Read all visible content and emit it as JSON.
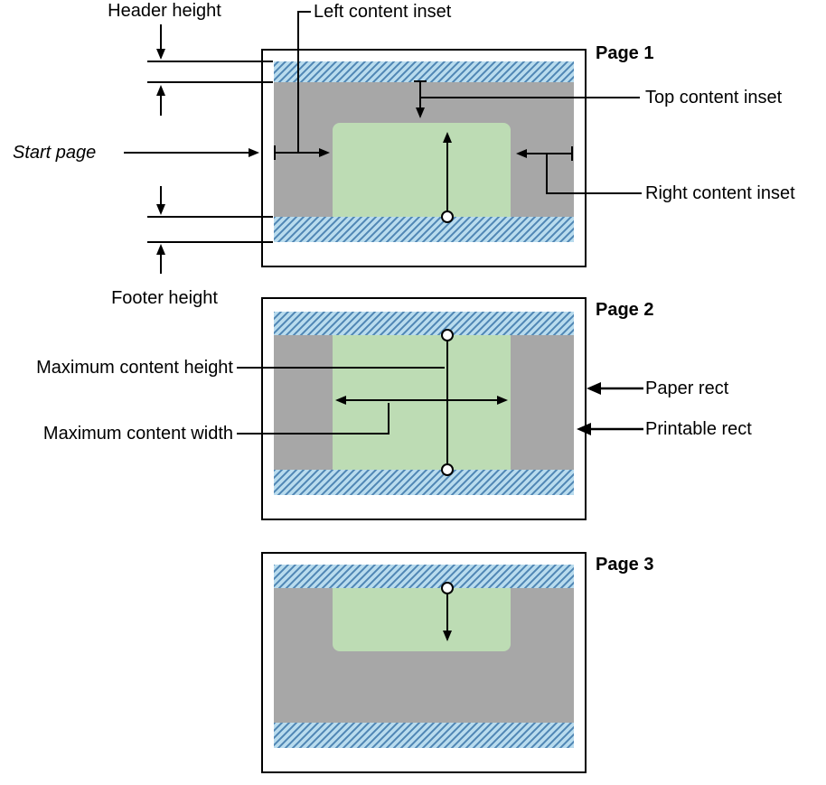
{
  "diagram": {
    "labels": {
      "header_height": "Header height",
      "left_content_inset": "Left content inset",
      "top_content_inset": "Top content inset",
      "start_page": "Start page",
      "right_content_inset": "Right content inset",
      "footer_height": "Footer height",
      "max_content_height": "Maximum content height",
      "max_content_width": "Maximum content width",
      "paper_rect": "Paper rect",
      "printable_rect": "Printable rect"
    },
    "pages": [
      {
        "title": "Page 1"
      },
      {
        "title": "Page 2"
      },
      {
        "title": "Page 3"
      }
    ],
    "colors": {
      "paper": "#ffffff",
      "printable": "#a7a7a7",
      "band_bg": "#b9dcee",
      "band_hatch": "#4f86b4",
      "content": "#bddcb4",
      "line": "#000000"
    }
  }
}
